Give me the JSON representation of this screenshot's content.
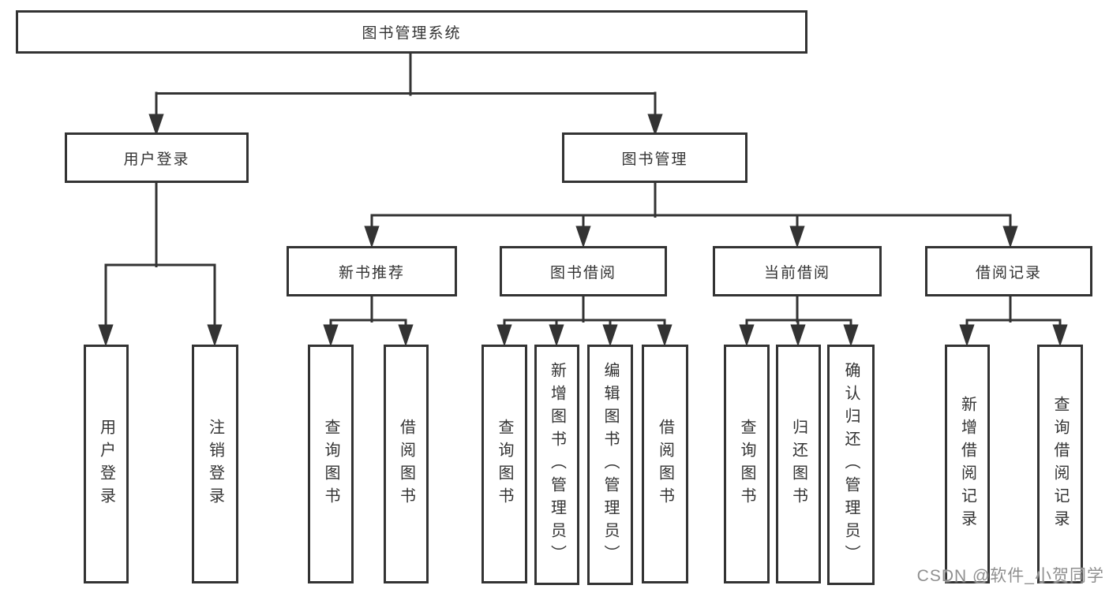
{
  "tree": {
    "root": {
      "label": "图书管理系统",
      "children": [
        {
          "label": "用户登录",
          "children": [
            {
              "label": "用户登录"
            },
            {
              "label": "注销登录"
            }
          ]
        },
        {
          "label": "图书管理",
          "children": [
            {
              "label": "新书推荐",
              "children": [
                {
                  "label": "查询图书"
                },
                {
                  "label": "借阅图书"
                }
              ]
            },
            {
              "label": "图书借阅",
              "children": [
                {
                  "label": "查询图书"
                },
                {
                  "label": "新增图书（管理员）"
                },
                {
                  "label": "编辑图书（管理员）"
                },
                {
                  "label": "借阅图书"
                }
              ]
            },
            {
              "label": "当前借阅",
              "children": [
                {
                  "label": "查询图书"
                },
                {
                  "label": "归还图书"
                },
                {
                  "label": "确认归还（管理员）"
                }
              ]
            },
            {
              "label": "借阅记录",
              "children": [
                {
                  "label": "新增借阅记录"
                },
                {
                  "label": "查询借阅记录"
                }
              ]
            }
          ]
        }
      ]
    }
  },
  "watermark": {
    "text": "CSDN @软件_小贺同学"
  },
  "colors": {
    "line": "#333333",
    "box_border": "#333333",
    "box_background": "#ffffff",
    "text": "#333333",
    "watermark": "#8f8f8f",
    "page_background": "#ffffff"
  }
}
